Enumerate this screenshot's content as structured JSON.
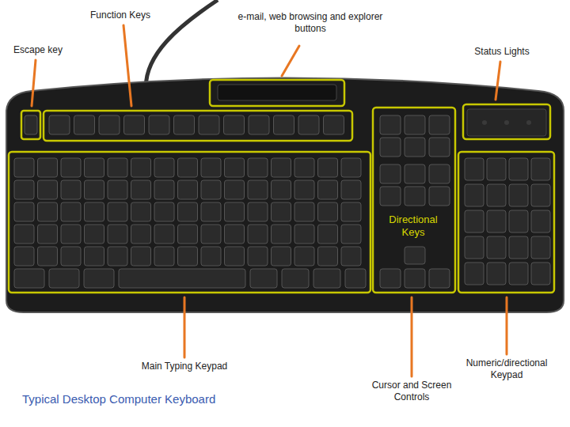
{
  "diagram": {
    "title": "Typical Desktop Computer Keyboard",
    "labels": [
      "Escape key",
      "Function Keys",
      "e-mail, web browsing and explorer buttons",
      "Status Lights",
      "Directional Keys",
      "Main Typing Keypad",
      "Cursor and Screen Controls",
      "Numeric/directional Keypad"
    ]
  }
}
